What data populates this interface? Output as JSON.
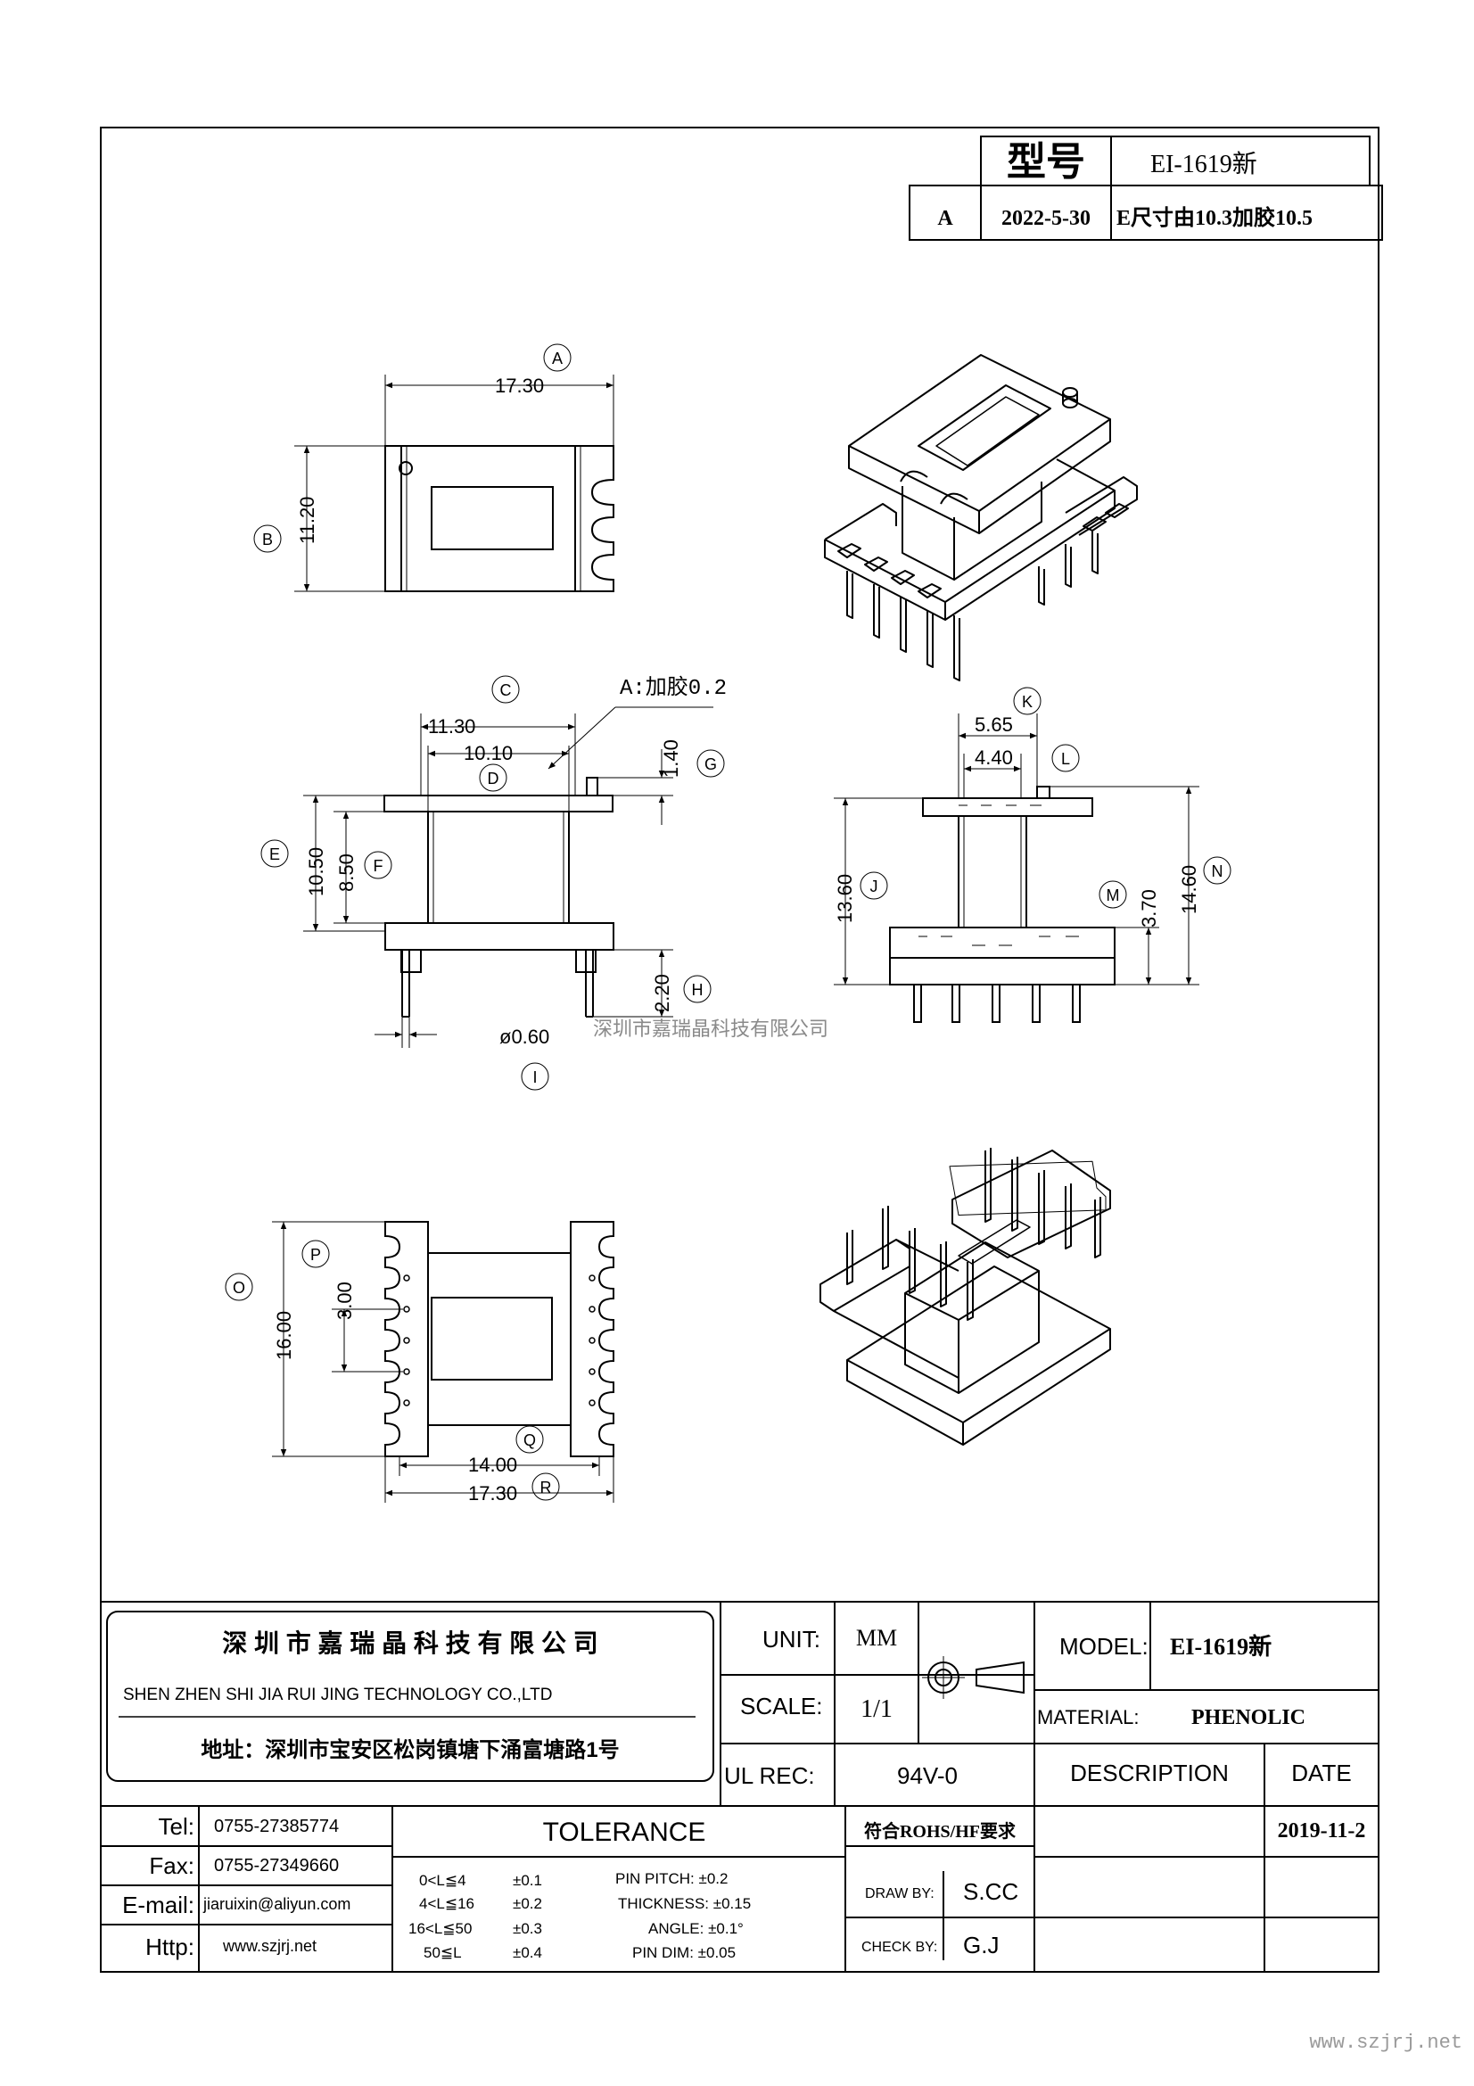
{
  "revision": {
    "model_label": "型号",
    "model_value": "EI-1619新",
    "rev_letter": "A",
    "rev_date": "2022-5-30",
    "rev_desc": "E尺寸由10.3加胶10.5"
  },
  "dimensions": {
    "A": "17.30",
    "B": "11.20",
    "C": "11.30",
    "D": "10.10",
    "E": "10.50",
    "F": "8.50",
    "G": "1.40",
    "H": "2.20",
    "I": "ø0.60",
    "K": "5.65",
    "L": "4.40",
    "J": "13.60",
    "M": "3.70",
    "N": "14.60",
    "O": "16.00",
    "P": "3.00",
    "Q": "14.00",
    "R": "17.30"
  },
  "letters": [
    "A",
    "B",
    "C",
    "D",
    "E",
    "F",
    "G",
    "H",
    "I",
    "K",
    "L",
    "J",
    "M",
    "N",
    "O",
    "P",
    "Q",
    "R"
  ],
  "note": "A:加胶0.2",
  "watermark": "深圳市嘉瑞晶科技有限公司",
  "title_block": {
    "company_cn": "深 圳 市 嘉 瑞 晶 科 技 有 限 公 司",
    "company_en": "SHEN ZHEN SHI  JIA RUI JING  TECHNOLOGY CO.,LTD",
    "address": "地址：深圳市宝安区松岗镇塘下涌富塘路1号",
    "unit_label": "UNIT:",
    "unit_value": "MM",
    "scale_label": "SCALE:",
    "scale_value": "1/1",
    "ul_label": "UL REC:",
    "ul_value": "94V-0",
    "model_label": "MODEL:",
    "model_value": "EI-1619新",
    "material_label": "MATERIAL:",
    "material_value": "PHENOLIC",
    "description_label": "DESCRIPTION",
    "date_label": "DATE",
    "date_value": "2019-11-2",
    "tel_label": "Tel:",
    "tel_value": "0755-27385774",
    "fax_label": "Fax:",
    "fax_value": "0755-27349660",
    "email_label": "E-mail:",
    "email_value": "jiaruixin@aliyun.com",
    "http_label": "Http:",
    "http_value": "www.szjrj.net",
    "tolerance_title": "TOLERANCE",
    "compliance": "符合ROHS/HF要求",
    "tol_rows": [
      {
        "range": "0<L≦4",
        "tol": "±0.1"
      },
      {
        "range": "4<L≦16",
        "tol": "±0.2"
      },
      {
        "range": "16<L≦50",
        "tol": "±0.3"
      },
      {
        "range": "50≦L",
        "tol": "±0.4"
      }
    ],
    "pin_pitch": "PIN PITCH:  ±0.2",
    "thickness": "THICKNESS:  ±0.15",
    "angle": "ANGLE:  ±0.1°",
    "pin_dim": "PIN DIM:  ±0.05",
    "draw_by_label": "DRAW BY:",
    "draw_by_value": "S.CC",
    "check_by_label": "CHECK BY:",
    "check_by_value": "G.J"
  },
  "footer_url": "www.szjrj.net"
}
